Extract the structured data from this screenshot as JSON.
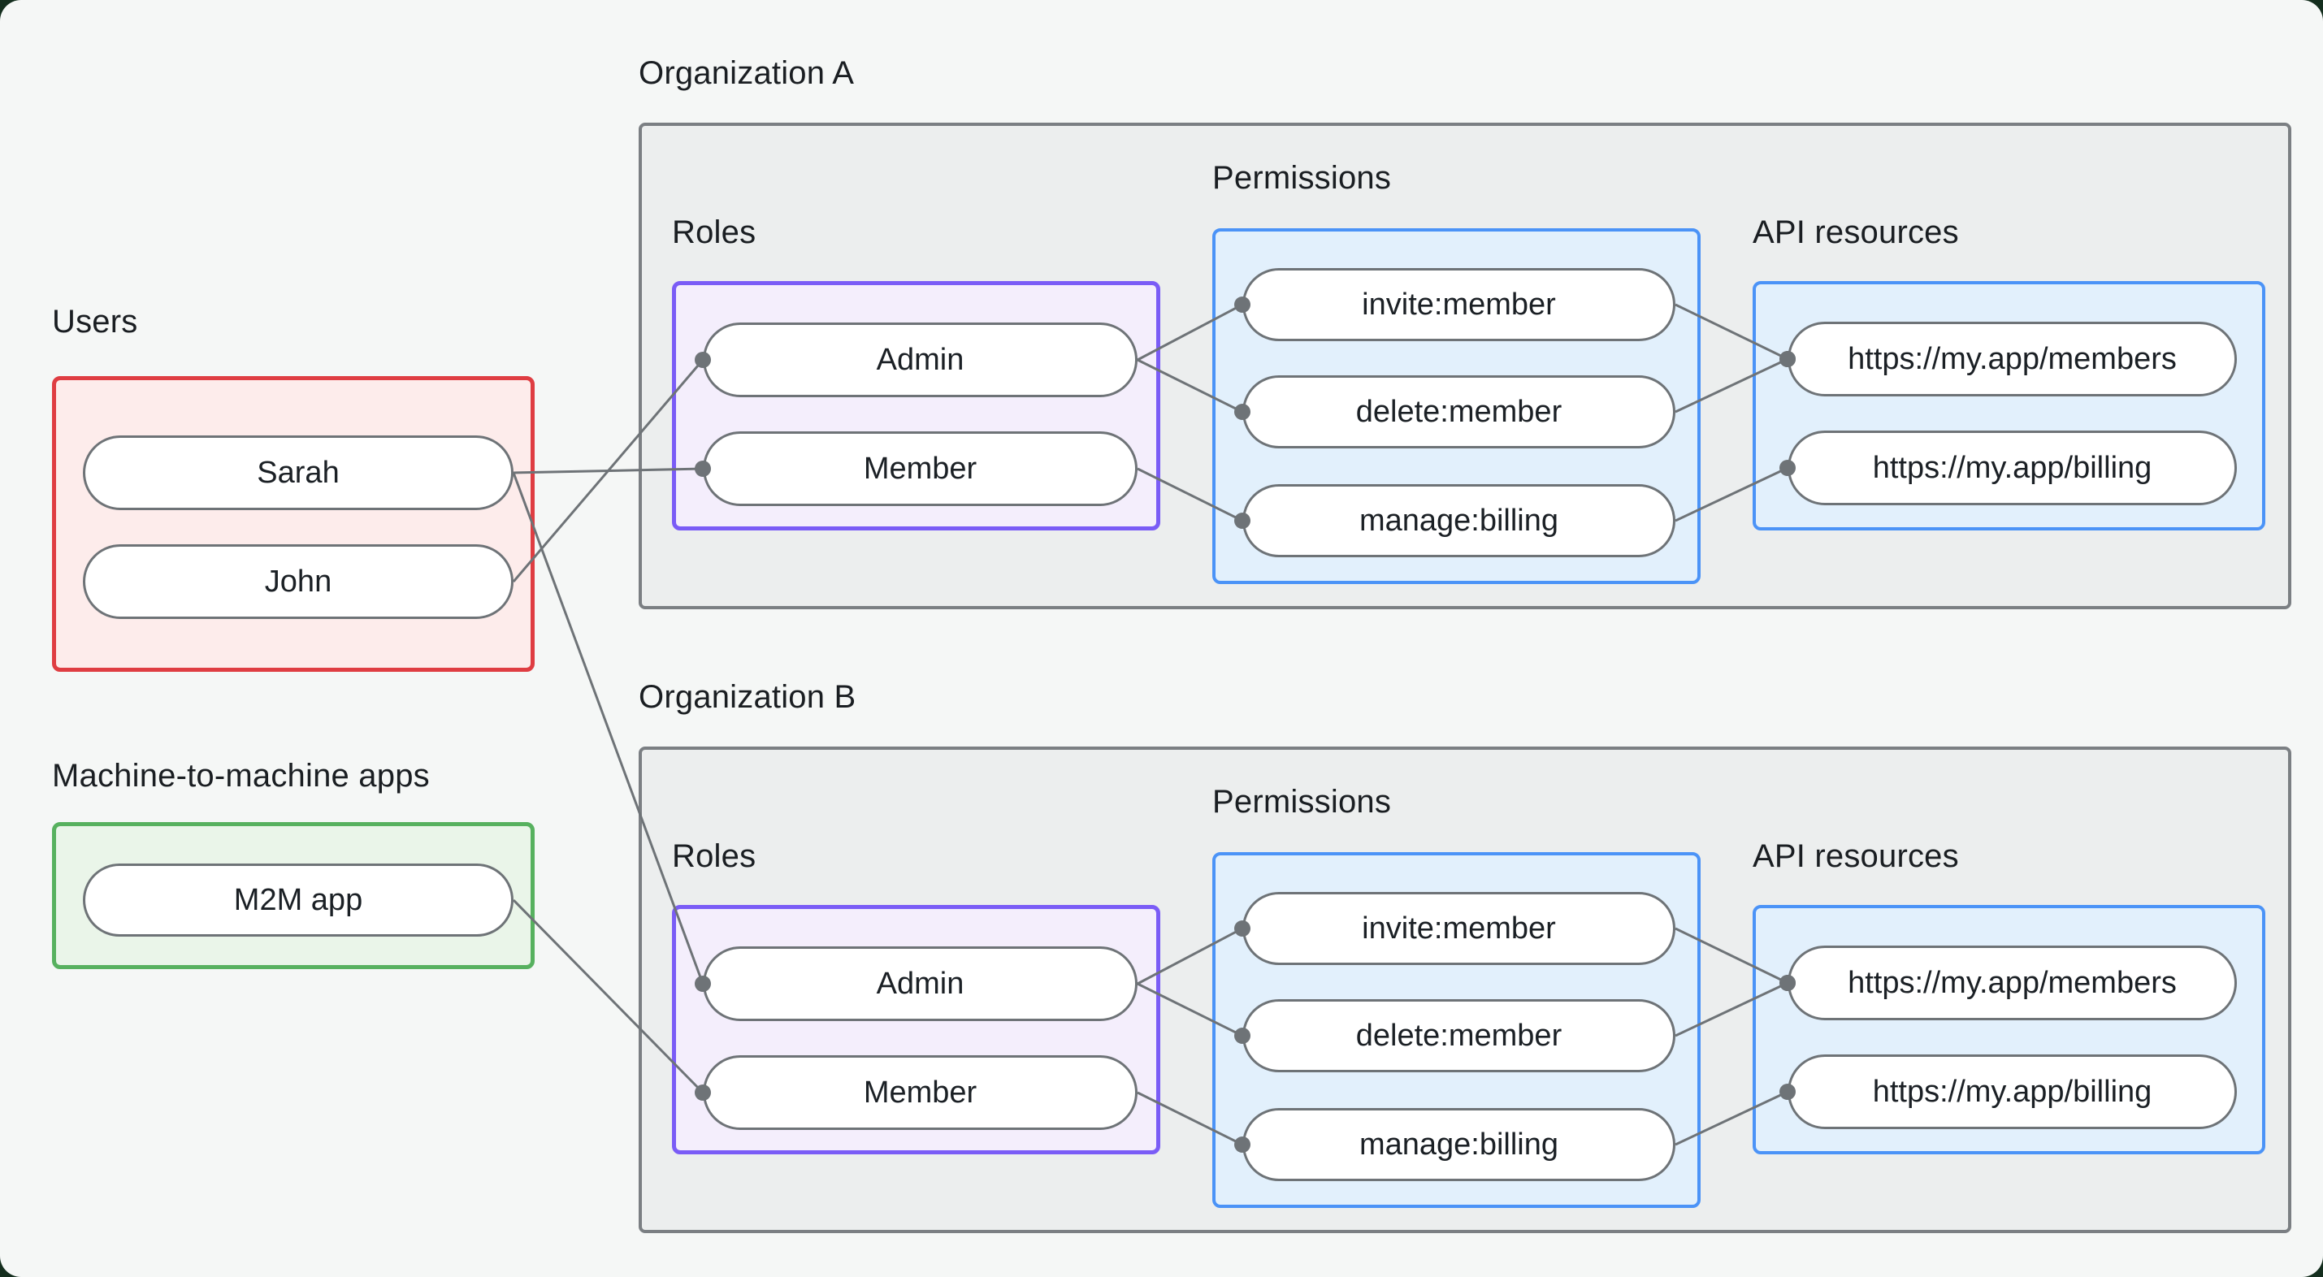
{
  "groups": {
    "users": {
      "label": "Users",
      "nodes": [
        {
          "id": "sarah",
          "label": "Sarah"
        },
        {
          "id": "john",
          "label": "John"
        }
      ]
    },
    "m2m": {
      "label": "Machine-to-machine apps",
      "nodes": [
        {
          "id": "m2m-app",
          "label": "M2M app"
        }
      ]
    },
    "orgA": {
      "label": "Organization A",
      "roles_label": "Roles",
      "permissions_label": "Permissions",
      "api_label": "API resources",
      "roles": [
        {
          "id": "orgA-admin",
          "label": "Admin"
        },
        {
          "id": "orgA-member",
          "label": "Member"
        }
      ],
      "permissions": [
        {
          "id": "orgA-invite",
          "label": "invite:member"
        },
        {
          "id": "orgA-delete",
          "label": "delete:member"
        },
        {
          "id": "orgA-manage",
          "label": "manage:billing"
        }
      ],
      "apis": [
        {
          "id": "orgA-members",
          "label": "https://my.app/members"
        },
        {
          "id": "orgA-billing",
          "label": "https://my.app/billing"
        }
      ]
    },
    "orgB": {
      "label": "Organization B",
      "roles_label": "Roles",
      "permissions_label": "Permissions",
      "api_label": "API resources",
      "roles": [
        {
          "id": "orgB-admin",
          "label": "Admin"
        },
        {
          "id": "orgB-member",
          "label": "Member"
        }
      ],
      "permissions": [
        {
          "id": "orgB-invite",
          "label": "invite:member"
        },
        {
          "id": "orgB-delete",
          "label": "delete:member"
        },
        {
          "id": "orgB-manage",
          "label": "manage:billing"
        }
      ],
      "apis": [
        {
          "id": "orgB-members",
          "label": "https://my.app/members"
        },
        {
          "id": "orgB-billing",
          "label": "https://my.app/billing"
        }
      ]
    }
  },
  "edges": [
    {
      "from": "sarah",
      "to": "orgA-member"
    },
    {
      "from": "sarah",
      "to": "orgB-admin"
    },
    {
      "from": "john",
      "to": "orgA-admin"
    },
    {
      "from": "m2m-app",
      "to": "orgB-member"
    },
    {
      "from": "orgA-admin",
      "to": "orgA-invite"
    },
    {
      "from": "orgA-admin",
      "to": "orgA-delete"
    },
    {
      "from": "orgA-member",
      "to": "orgA-manage"
    },
    {
      "from": "orgA-invite",
      "to": "orgA-members"
    },
    {
      "from": "orgA-delete",
      "to": "orgA-members"
    },
    {
      "from": "orgA-manage",
      "to": "orgA-billing"
    },
    {
      "from": "orgB-admin",
      "to": "orgB-invite"
    },
    {
      "from": "orgB-admin",
      "to": "orgB-delete"
    },
    {
      "from": "orgB-member",
      "to": "orgB-manage"
    },
    {
      "from": "orgB-invite",
      "to": "orgB-members"
    },
    {
      "from": "orgB-delete",
      "to": "orgB-members"
    },
    {
      "from": "orgB-manage",
      "to": "orgB-billing"
    }
  ],
  "colors": {
    "edge": "#6e7377",
    "users_border": "#df3d42",
    "m2m_border": "#57b15f",
    "roles_border": "#7a5cf6",
    "blue_border": "#4b93f7",
    "org_border": "#7b7f83"
  }
}
